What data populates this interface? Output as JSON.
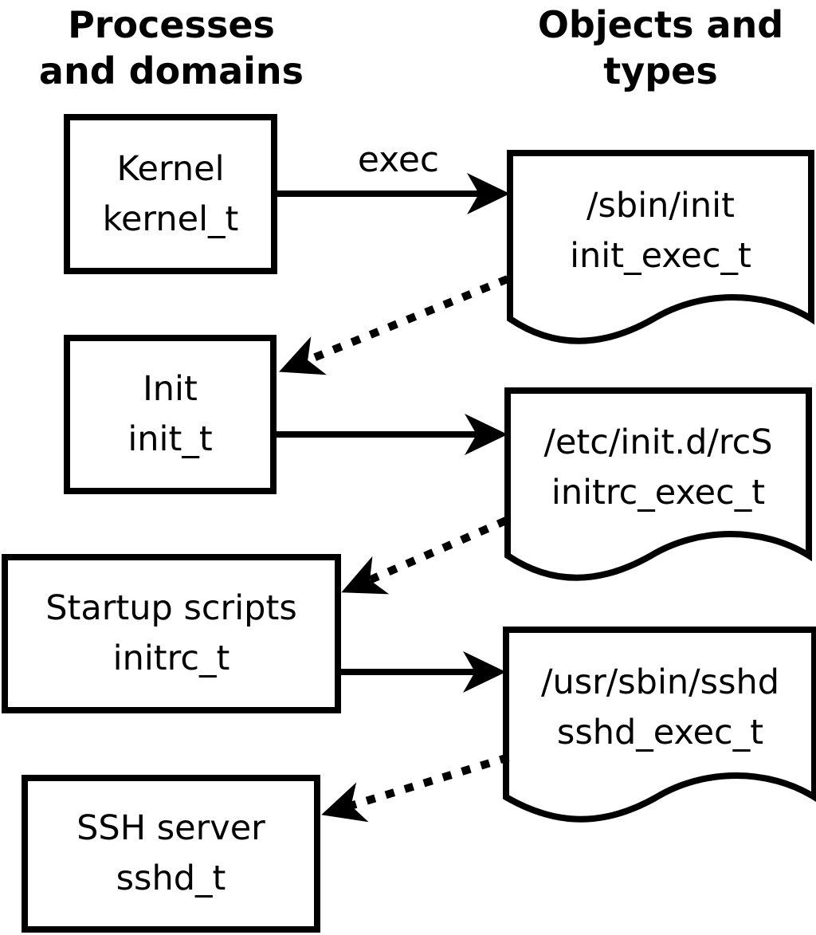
{
  "headers": {
    "left": [
      "Processes",
      "and domains"
    ],
    "right": [
      "Objects and",
      "types"
    ]
  },
  "processes": [
    {
      "name": "Kernel",
      "domain": "kernel_t"
    },
    {
      "name": "Init",
      "domain": "init_t"
    },
    {
      "name": "Startup scripts",
      "domain": "initrc_t"
    },
    {
      "name": "SSH server",
      "domain": "sshd_t"
    }
  ],
  "objects": [
    {
      "path": "/sbin/init",
      "type": "init_exec_t"
    },
    {
      "path": "/etc/init.d/rcS",
      "type": "initrc_exec_t"
    },
    {
      "path": "/usr/sbin/sshd",
      "type": "sshd_exec_t"
    }
  ],
  "edges": {
    "exec_label": "exec",
    "solid": [
      {
        "from": "Kernel (kernel_t)",
        "to": "/sbin/init (init_exec_t)",
        "label": "exec"
      },
      {
        "from": "Init (init_t)",
        "to": "/etc/init.d/rcS (initrc_exec_t)",
        "label": ""
      },
      {
        "from": "Startup scripts (initrc_t)",
        "to": "/usr/sbin/sshd (sshd_exec_t)",
        "label": ""
      }
    ],
    "dotted": [
      {
        "from": "/sbin/init (init_exec_t)",
        "to": "Init (init_t)"
      },
      {
        "from": "/etc/init.d/rcS (initrc_exec_t)",
        "to": "Startup scripts (initrc_t)"
      },
      {
        "from": "/usr/sbin/sshd (sshd_exec_t)",
        "to": "SSH server (sshd_t)"
      }
    ]
  },
  "colors": {
    "foreground": "#000000",
    "background": "#ffffff"
  }
}
